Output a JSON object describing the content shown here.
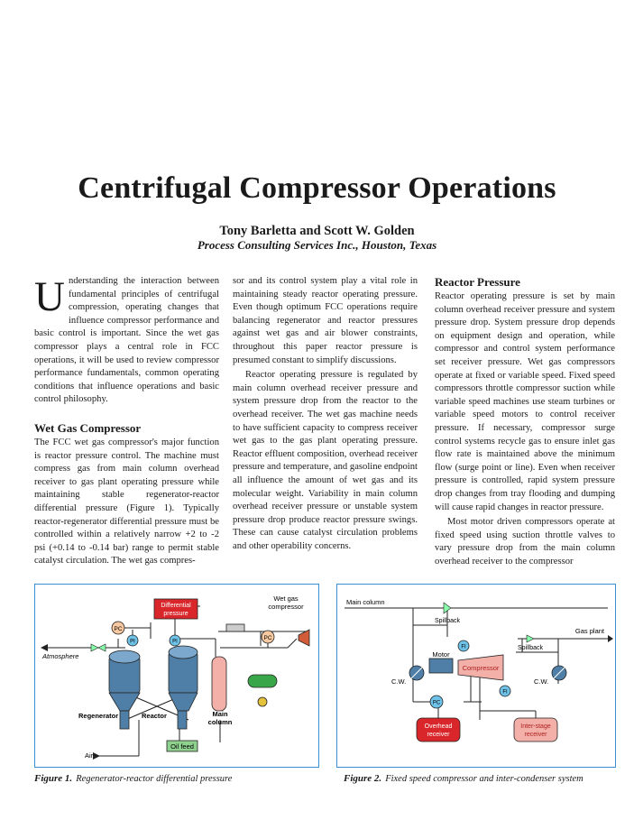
{
  "title": "Centrifugal Compressor Operations",
  "authors": "Tony Barletta and Scott W. Golden",
  "affiliation": "Process Consulting Services Inc., Houston, Texas",
  "intro": {
    "dropcap": "U",
    "text": "nderstanding the interaction between fundamental principles of centrifugal compression, operating changes that influence compressor performance and basic control is important. Since the wet gas compressor plays a central role in FCC operations, it will be used to review compressor performance fundamentals, common operating conditions that influence operations and basic control philosophy."
  },
  "section1": {
    "heading": "Wet Gas Compressor",
    "p1": "The FCC wet gas compressor's major function is reactor pressure control. The machine must compress gas from main column overhead receiver to gas plant operating pressure while maintaining stable regenerator-reactor differential pressure (Figure 1). Typically reactor-regenerator differential pressure must be controlled within a relatively narrow +2 to -2 psi (+0.14 to -0.14 bar) range to permit stable catalyst circulation. The wet gas compres-"
  },
  "col2": {
    "p1": "sor and its control system play a vital role in maintaining steady reactor operating pressure. Even though optimum FCC operations require balancing regenerator and reactor pressures against wet gas and air blower constraints, throughout this paper reactor pressure is presumed constant to simplify discussions.",
    "p2": "Reactor operating pressure is regulated by main column overhead receiver pressure and system pressure drop from the reactor to the overhead receiver. The wet gas machine needs to have sufficient capacity to compress receiver wet gas to the gas plant operating pressure. Reactor effluent composition, overhead receiver pressure and temperature, and gasoline endpoint all influence the amount of wet gas and its molecular weight. Variability in main column overhead receiver pressure or unstable system pressure drop produce reactor pressure swings. These can cause catalyst circulation problems and other operability concerns."
  },
  "section2": {
    "heading": "Reactor Pressure",
    "p1": "Reactor operating pressure is set by main column overhead receiver pressure and system pressure drop. System pressure drop depends on equipment design and operation, while compressor and control system performance set receiver pressure. Wet gas compressors operate at fixed or variable speed. Fixed speed compressors throttle compressor suction while variable speed machines use steam turbines or variable speed motors to control receiver pressure. If necessary, compressor surge control systems recycle gas to ensure inlet gas flow rate is maintained above the minimum flow (surge point or line). Even when receiver pressure is controlled, rapid system pressure drop changes from tray flooding and dumping will cause rapid changes in reactor pressure.",
    "p2": "Most motor driven compressors operate at fixed speed using suction throttle valves to vary pressure drop from the main column overhead receiver to the compressor"
  },
  "figure1": {
    "caption_label": "Figure 1.",
    "caption_text": "Regenerator-reactor differential pressure",
    "labels": {
      "diff": "Differential",
      "pressure": "pressure",
      "wetgas1": "Wet gas",
      "wetgas2": "compressor",
      "atmosphere": "Atmosphere",
      "regenerator": "Regenerator",
      "reactor": "Reactor",
      "main1": "Main",
      "main2": "column",
      "oilfeed": "Oil feed",
      "air": "Air",
      "pc": "PC",
      "pi": "PI"
    }
  },
  "figure2": {
    "caption_label": "Figure 2.",
    "caption_text": "Fixed speed compressor and inter-condenser system",
    "labels": {
      "maincolumn": "Main column",
      "spillback": "Spillback",
      "gasplant": "Gas plant",
      "motor": "Motor",
      "compressor": "Compressor",
      "cw": "C.W.",
      "fi": "FI",
      "pc": "PC",
      "overhead1": "Overhead",
      "overhead2": "receiver",
      "inter1": "Inter-stage",
      "inter2": "receiver"
    }
  },
  "colors": {
    "accent_blue": "#3a8fcf",
    "red": "#d9262a",
    "green": "#3aa64a",
    "pink": "#f2b0a8",
    "steel": "#4f7fa6"
  }
}
